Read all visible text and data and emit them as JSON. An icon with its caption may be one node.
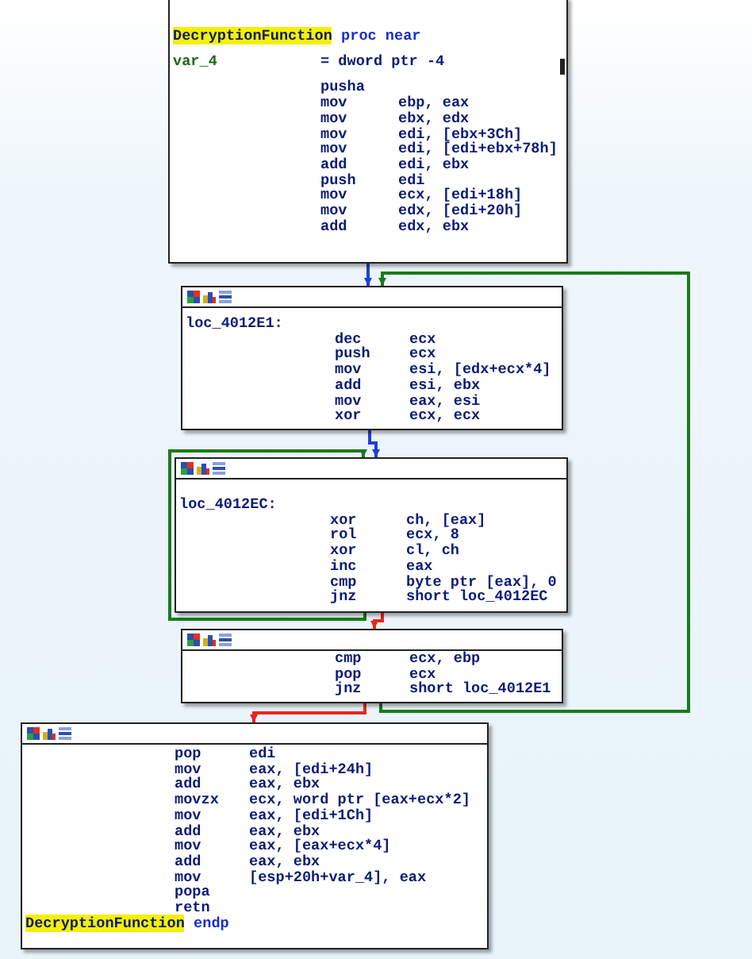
{
  "diagram": {
    "nodes": [
      {
        "text": [
          "DecryptionFunction proc near",
          "var_4 = dword ptr -4",
          "pusha",
          "mov ebp, eax",
          "mov ebx, edx",
          "mov edi, [ebx+3Ch]",
          "mov edi, [edi+ebx+78h]",
          "add edi, ebx",
          "push edi",
          "mov ecx, [edi+18h]",
          "mov edx, [edi+20h]",
          "add edx, ebx"
        ]
      },
      {
        "text": [
          "loc_4012E1:",
          "dec ecx",
          "push ecx",
          "mov esi, [edx+ecx*4]",
          "add esi, ebx",
          "mov eax, esi",
          "xor ecx, ecx"
        ]
      },
      {
        "text": [
          "loc_4012EC:",
          "xor ch, [eax]",
          "rol ecx, 8",
          "xor cl, ch",
          "inc eax",
          "cmp byte ptr [eax], 0",
          "jnz short loc_4012EC"
        ]
      },
      {
        "text": [
          "cmp ecx, ebp",
          "pop ecx",
          "jnz short loc_4012E1"
        ]
      },
      {
        "text": [
          "pop edi",
          "mov eax, [edi+24h]",
          "add eax, ebx",
          "movzx ecx, word ptr [eax+ecx*2]",
          "mov eax, [edi+1Ch]",
          "add eax, ebx",
          "mov eax, [eax+ecx*4]",
          "add eax, ebx",
          "mov [esp+20h+var_4], eax",
          "popa",
          "retn",
          "DecryptionFunction endp"
        ]
      }
    ],
    "edges": [
      {
        "from": 0,
        "to": 1,
        "arrow": "to"
      },
      {
        "from": 1,
        "to": 2,
        "arrow": "to"
      },
      {
        "from": 2,
        "to": 2,
        "arrow": "to",
        "color": "#1a7a1a"
      },
      {
        "from": 2,
        "to": 3,
        "arrow": "to",
        "color": "#e8261f"
      },
      {
        "from": 3,
        "to": 1,
        "arrow": "to",
        "color": "#1a7a1a"
      },
      {
        "from": 3,
        "to": 4,
        "arrow": "to",
        "color": "#e8261f"
      }
    ]
  }
}
